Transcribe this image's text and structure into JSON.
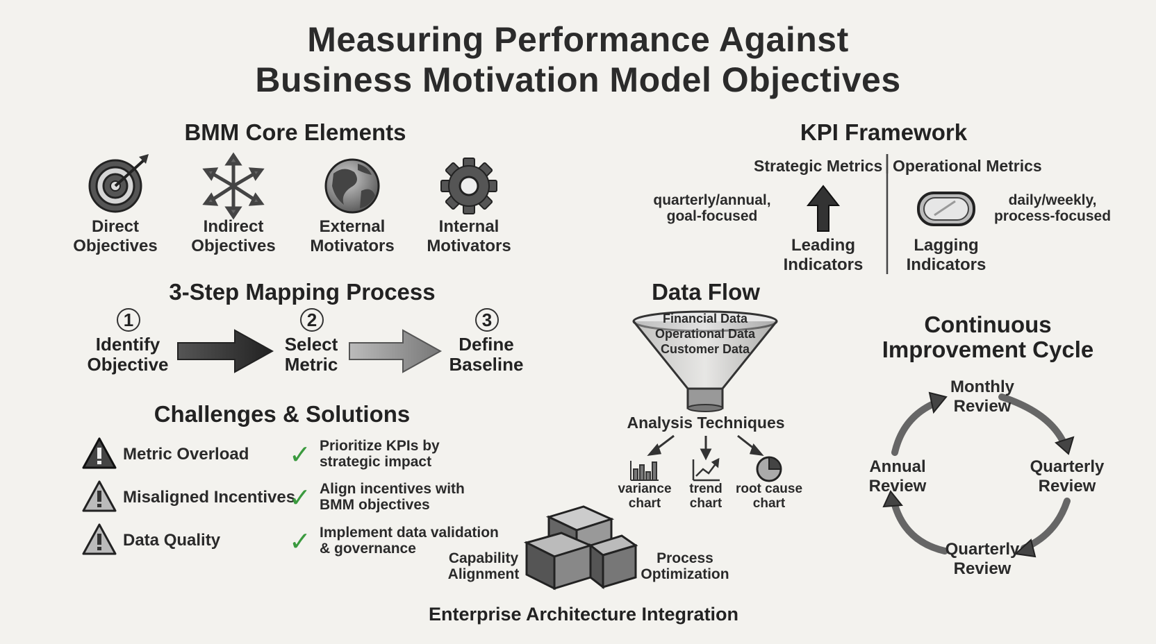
{
  "title": {
    "line1": "Measuring Performance Against",
    "line2": "Business Motivation Model Objectives"
  },
  "bmm": {
    "heading": "BMM Core Elements",
    "items": [
      {
        "icon": "target-icon",
        "line1": "Direct",
        "line2": "Objectives"
      },
      {
        "icon": "compass-arrows-icon",
        "line1": "Indirect",
        "line2": "Objectives"
      },
      {
        "icon": "globe-icon",
        "line1": "External",
        "line2": "Motivators"
      },
      {
        "icon": "gear-icon",
        "line1": "Internal",
        "line2": "Motivators"
      }
    ]
  },
  "kpi": {
    "heading": "KPI Framework",
    "strategic": "Strategic Metrics",
    "operational": "Operational Metrics",
    "strategic_note": {
      "line1": "quarterly/annual,",
      "line2": "goal-focused"
    },
    "operational_note": {
      "line1": "daily/weekly,",
      "line2": "process-focused"
    },
    "leading": {
      "line1": "Leading",
      "line2": "Indicators"
    },
    "lagging": {
      "line1": "Lagging",
      "line2": "Indicators"
    }
  },
  "mapping": {
    "heading": "3-Step Mapping Process",
    "steps": [
      {
        "num": "1",
        "line1": "Identify",
        "line2": "Objective"
      },
      {
        "num": "2",
        "line1": "Select",
        "line2": "Metric"
      },
      {
        "num": "3",
        "line1": "Define",
        "line2": "Baseline"
      }
    ]
  },
  "dataflow": {
    "heading": "Data Flow",
    "sources": [
      "Financial Data",
      "Operational Data",
      "Customer Data"
    ],
    "analysis": "Analysis Techniques",
    "charts": [
      {
        "icon": "bar-chart-icon",
        "line1": "variance",
        "line2": "chart"
      },
      {
        "icon": "trend-chart-icon",
        "line1": "trend",
        "line2": "chart"
      },
      {
        "icon": "pie-chart-icon",
        "line1": "root cause",
        "line2": "chart"
      }
    ]
  },
  "cycle": {
    "heading": {
      "line1": "Continuous",
      "line2": "Improvement Cycle"
    },
    "top": {
      "line1": "Monthly",
      "line2": "Review"
    },
    "right": {
      "line1": "Quarterly",
      "line2": "Review"
    },
    "bottom": {
      "line1": "Quarterly",
      "line2": "Review"
    },
    "left": {
      "line1": "Annual",
      "line2": "Review"
    }
  },
  "challenges": {
    "heading": "Challenges & Solutions",
    "rows": [
      {
        "problem": "Metric Overload",
        "solution": {
          "line1": "Prioritize KPIs by",
          "line2": "strategic impact"
        }
      },
      {
        "problem": "Misaligned Incentives",
        "solution": {
          "line1": "Align incentives with",
          "line2": "BMM objectives"
        }
      },
      {
        "problem": "Data Quality",
        "solution": {
          "line1": "Implement data validation",
          "line2": "& governance"
        }
      }
    ]
  },
  "enterprise": {
    "heading": "Enterprise Architecture Integration",
    "left": {
      "line1": "Capability",
      "line2": "Alignment"
    },
    "right": {
      "line1": "Process",
      "line2": "Optimization"
    }
  },
  "colors": {
    "ink": "#2a2a2a",
    "check": "#3a9a3e",
    "paper": "#f3f2ee"
  }
}
